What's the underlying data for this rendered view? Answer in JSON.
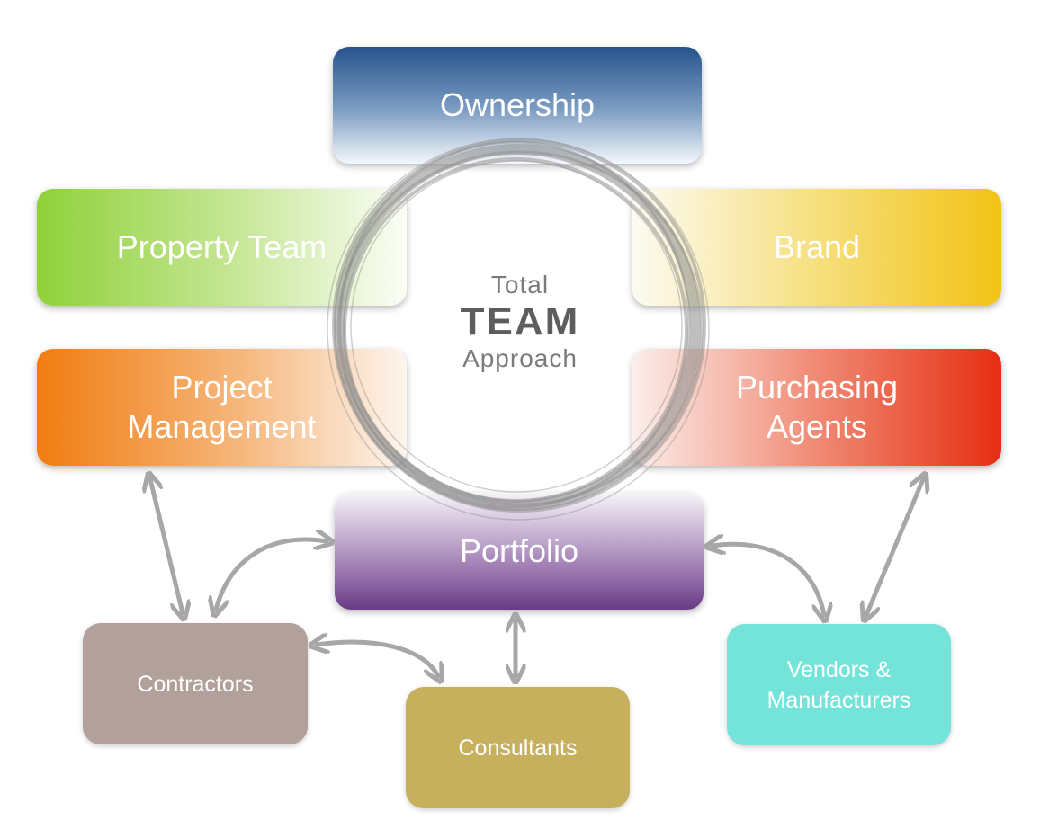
{
  "center": {
    "line1": "Total",
    "line2": "TEAM",
    "line3": "Approach"
  },
  "nodes": {
    "ownership": "Ownership",
    "property_team": "Property Team",
    "brand": "Brand",
    "project_management": "Project\nManagement",
    "purchasing_agents": "Purchasing\nAgents",
    "portfolio": "Portfolio",
    "contractors": "Contractors",
    "consultants": "Consultants",
    "vendors": "Vendors &\nManufacturers"
  },
  "edges": [
    {
      "from": "project_management",
      "to": "contractors"
    },
    {
      "from": "portfolio",
      "to": "contractors"
    },
    {
      "from": "contractors",
      "to": "consultants"
    },
    {
      "from": "portfolio",
      "to": "consultants"
    },
    {
      "from": "portfolio",
      "to": "vendors"
    },
    {
      "from": "purchasing_agents",
      "to": "vendors"
    }
  ],
  "colors": {
    "ownership": "#25538c",
    "property_team": "#8fd13a",
    "brand": "#f2c314",
    "project_management": "#f07c0f",
    "purchasing_agents": "#e72e12",
    "portfolio": "#6a3b86",
    "contractors": "#b2a19b",
    "consultants": "#c6b05e",
    "vendors": "#74e4da",
    "ring": "#8a8a8a",
    "arrows": "#a7a7a7"
  }
}
